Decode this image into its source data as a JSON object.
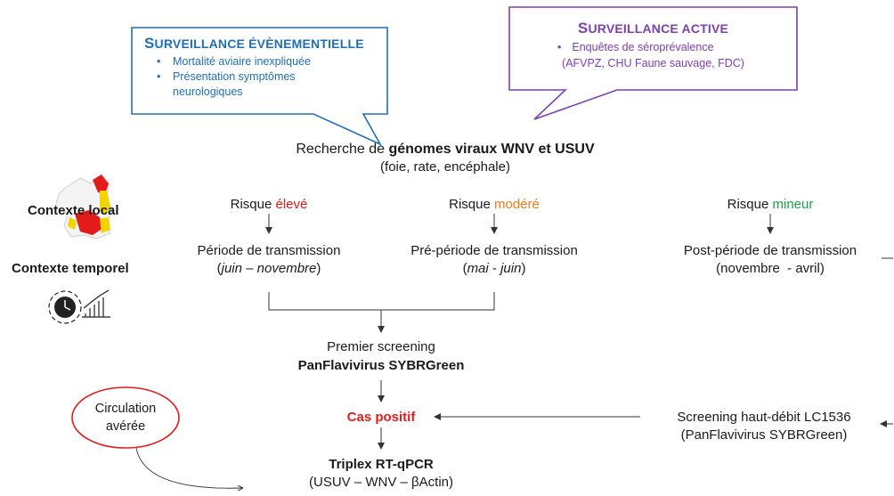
{
  "bubble_left": {
    "title_first": "S",
    "title_rest": "URVEILLANCE ÉVÈNEMENTIELLE",
    "items": [
      "Mortalité aviaire inexpliquée",
      "Présentation symptômes",
      "neurologiques"
    ]
  },
  "bubble_right": {
    "title_first": "S",
    "title_rest": "URVEILLANCE ACTIVE",
    "items": [
      "Enquêtes de séroprévalence"
    ],
    "line2": "(AFVPZ, CHU Faune sauvage, FDC)"
  },
  "recherche": {
    "prefix": "Recherche de ",
    "bold": "génomes viraux WNV et USUV",
    "sub": "(foie, rate, encéphale)"
  },
  "context": {
    "local": "Contexte local",
    "temporel": "Contexte temporel"
  },
  "risques": [
    {
      "prefix": "Risque ",
      "level": "élevé",
      "color": "#e31b1b"
    },
    {
      "prefix": "Risque ",
      "level": "modéré",
      "color": "#f07a1a"
    },
    {
      "prefix": "Risque ",
      "level": "mineur",
      "color": "#1aa14a"
    }
  ],
  "periodes": [
    {
      "title": "Période de transmission",
      "open": "(",
      "a": "juin",
      "sep": " – ",
      "b": "novembre",
      "close": ")"
    },
    {
      "title": "Pré-période de transmission",
      "open": "(",
      "a": "mai",
      "sep": " - ",
      "b": "juin",
      "close": ")"
    },
    {
      "title": "Post-période de transmission",
      "text": "(novembre  - avril)"
    }
  ],
  "screening": {
    "line1": "Premier screening",
    "line2": "PanFlavivirus SYBRGreen"
  },
  "cas_positif": "Cas positif",
  "haut_debit": {
    "line1": "Screening haut-débit LC1536",
    "line2": "(PanFlavivirus SYBRGreen)"
  },
  "circulation": {
    "line1": "Circulation",
    "line2": "avérée"
  },
  "triplex": {
    "line1": "Triplex RT-qPCR",
    "line2": "(USUV – WNV – βActin)"
  },
  "colors": {
    "blue": "#1f6fb8",
    "purple": "#7b3fb5",
    "red": "#e31b1b",
    "orange": "#f07a1a",
    "green": "#1aa14a",
    "line": "#333333"
  },
  "icons": [
    "france-map-icon",
    "gear-clock-chart-icon"
  ]
}
